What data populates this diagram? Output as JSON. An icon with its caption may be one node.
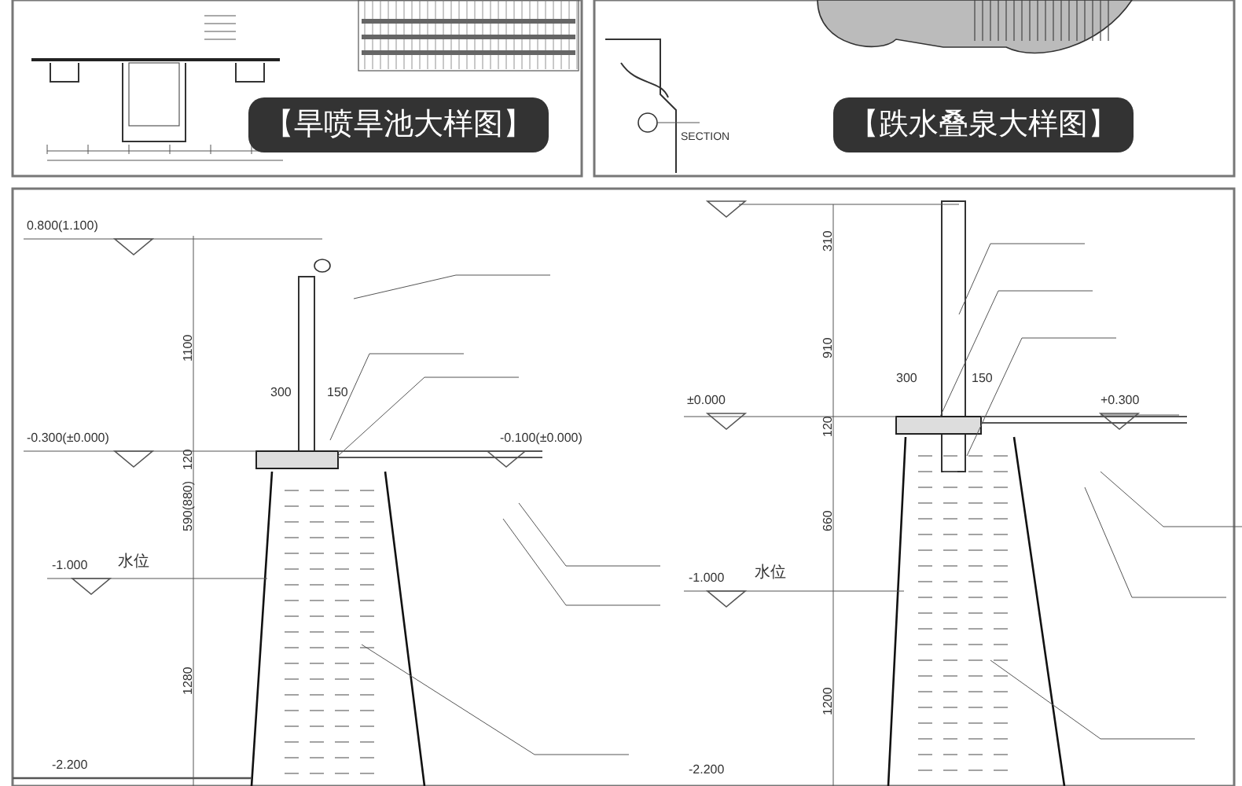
{
  "diagram": {
    "labels": [
      "【旱喷旱池大样图】",
      "【跌水叠泉大样图】",
      "SECTION",
      "0.800(1.100)",
      "1100",
      "300",
      "150",
      "-0.300(±0.000)",
      "-0.100(±0.000)",
      "120",
      "590(880)",
      "-1.000",
      "水位",
      "1280",
      "-2.200",
      "310",
      "910",
      "300",
      "150",
      "±0.000",
      "+0.300",
      "120",
      "660",
      "-1.000",
      "水位",
      "1200",
      "-2.200"
    ]
  }
}
